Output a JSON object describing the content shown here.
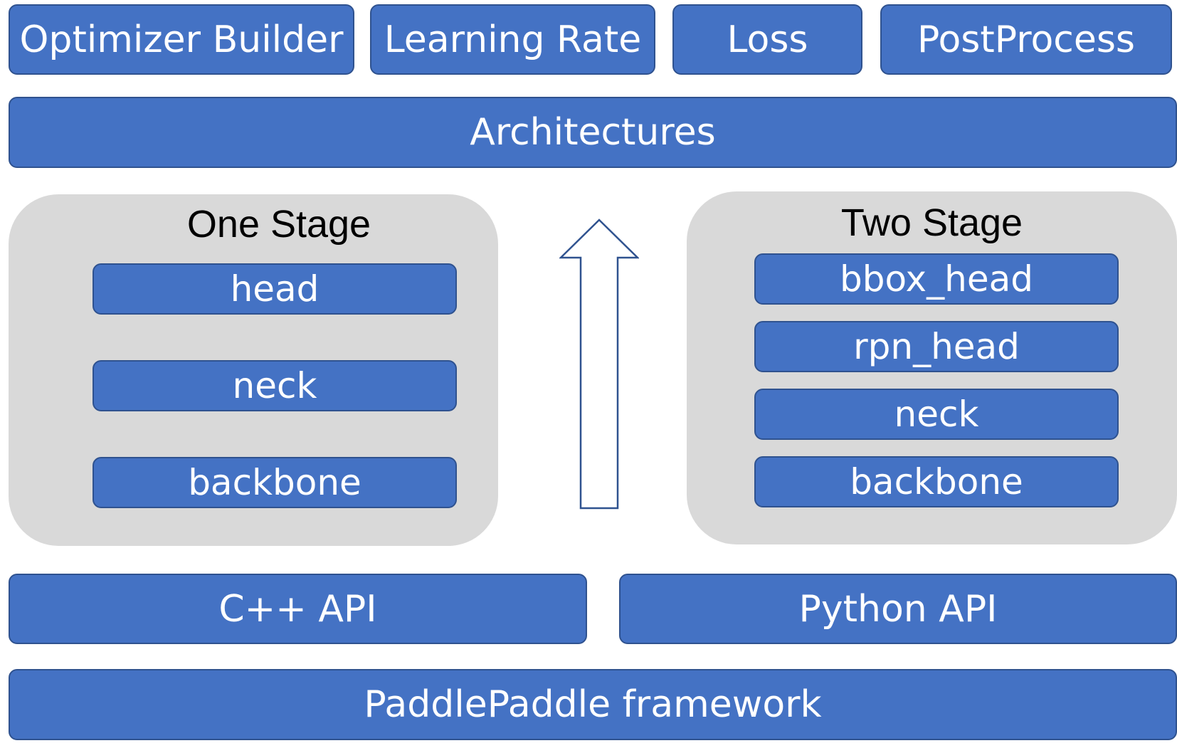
{
  "top_row": {
    "optimizer_builder": "Optimizer Builder",
    "learning_rate": "Learning Rate",
    "loss": "Loss",
    "postprocess": "PostProcess"
  },
  "architectures": "Architectures",
  "one_stage": {
    "title": "One Stage",
    "modules": [
      "head",
      "neck",
      "backbone"
    ]
  },
  "two_stage": {
    "title": "Two Stage",
    "modules": [
      "bbox_head",
      "rpn_head",
      "neck",
      "backbone"
    ]
  },
  "apis": {
    "cpp": "C++ API",
    "python": "Python API"
  },
  "framework": "PaddlePaddle framework",
  "colors": {
    "box_fill": "#4472c4",
    "box_border": "#2f528f",
    "panel_fill": "#d9d9d9",
    "arrow_stroke": "#2f528f"
  }
}
